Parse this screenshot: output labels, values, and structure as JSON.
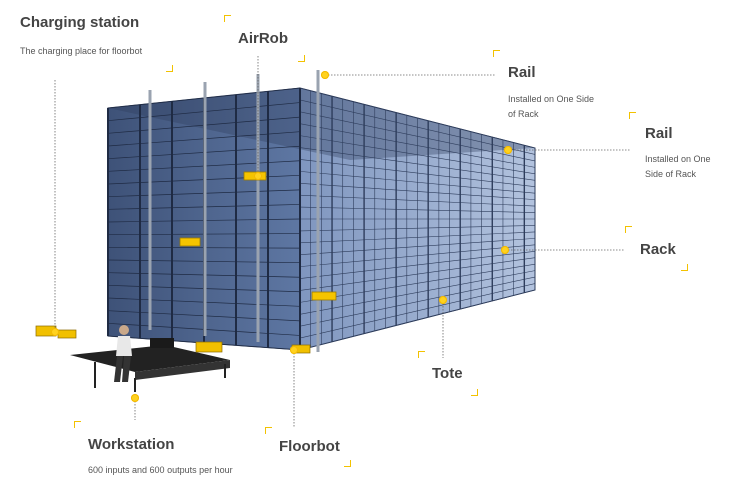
{
  "labels": {
    "charging_station": {
      "title": "Charging station",
      "desc": "The charging place for floorbot"
    },
    "airrob": {
      "title": "AirRob"
    },
    "rail_1": {
      "title": "Rail",
      "desc_line1": "Installed on One Side",
      "desc_line2": "of Rack"
    },
    "rail_2": {
      "title": "Rail",
      "desc_line1": "Installed on One",
      "desc_line2": "Side of Rack"
    },
    "rack": {
      "title": "Rack"
    },
    "tote": {
      "title": "Tote"
    },
    "workstation": {
      "title": "Workstation",
      "desc": "600 inputs and 600 outputs per hour"
    },
    "floorbot": {
      "title": "Floorbot"
    }
  },
  "colors": {
    "accent_yellow": "#ffd21f",
    "rack_frame": "#2e3d5c",
    "tote_blue": "#8fa6cc",
    "leader_line": "#555555"
  }
}
